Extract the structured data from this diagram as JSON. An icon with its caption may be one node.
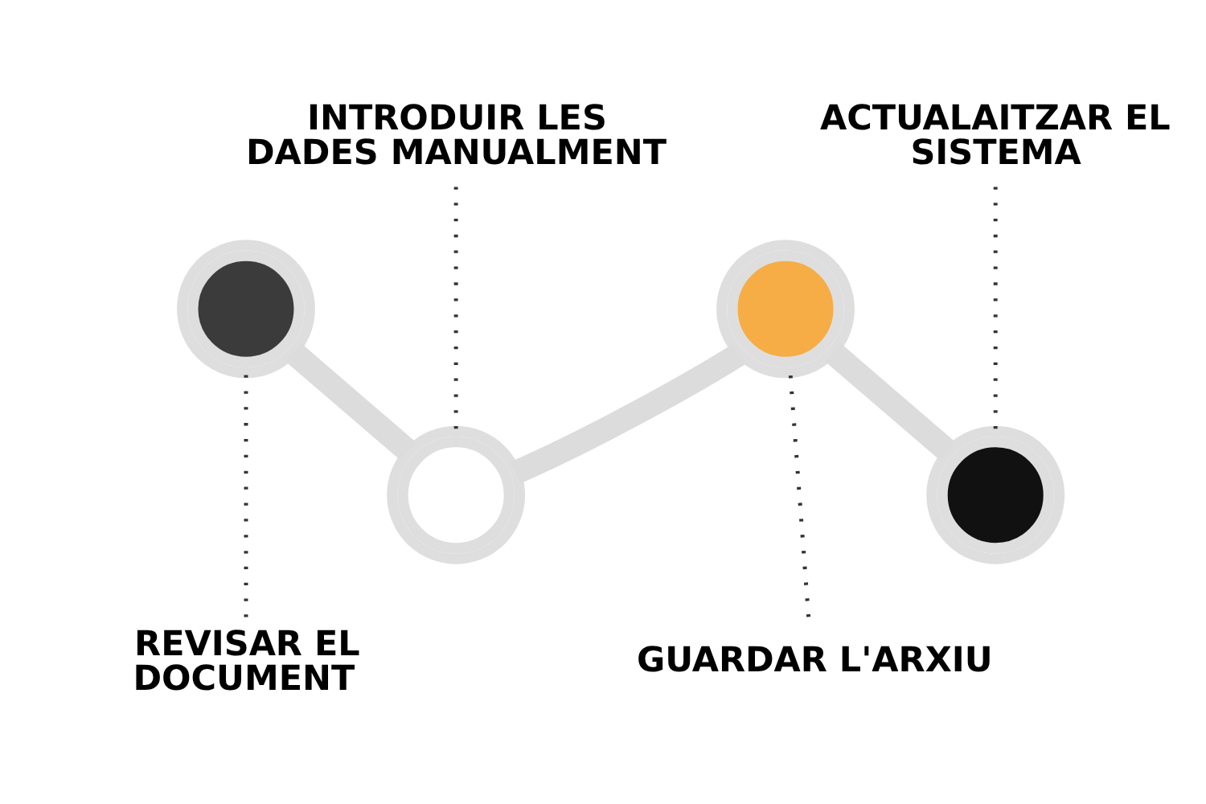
{
  "diagram": {
    "nodes": [
      {
        "text": [],
        "shape": "circle"
      },
      {
        "text": [
          "REVISAR EL DOCUMENT"
        ]
      },
      {
        "text": [
          "INTRODUIR LES DADES MANUALMENT"
        ]
      },
      {
        "text": [],
        "shape": "circle"
      },
      {
        "text": [],
        "shape": "circle"
      },
      {
        "text": [
          "GUARDAR L'ARXIU"
        ]
      },
      {
        "text": [
          "ACTUALAITZAR EL SISTEMA"
        ]
      },
      {
        "text": [],
        "shape": "circle"
      }
    ],
    "edges": [
      {
        "from": 0,
        "to": 3,
        "arrow": "none",
        "style": "thick",
        "color": "#dcdcdc"
      },
      {
        "from": 3,
        "to": 4,
        "arrow": "none",
        "style": "thick",
        "color": "#dcdcdc"
      },
      {
        "from": 4,
        "to": 7,
        "arrow": "none",
        "style": "thick",
        "color": "#dcdcdc"
      },
      {
        "from": 1,
        "to": 0,
        "arrow": "none",
        "style": "dashed"
      },
      {
        "from": 2,
        "to": 3,
        "arrow": "none",
        "style": "dashed"
      },
      {
        "from": 5,
        "to": 4,
        "arrow": "none",
        "style": "dashed"
      },
      {
        "from": 6,
        "to": 7,
        "arrow": "none",
        "style": "dashed"
      }
    ]
  }
}
